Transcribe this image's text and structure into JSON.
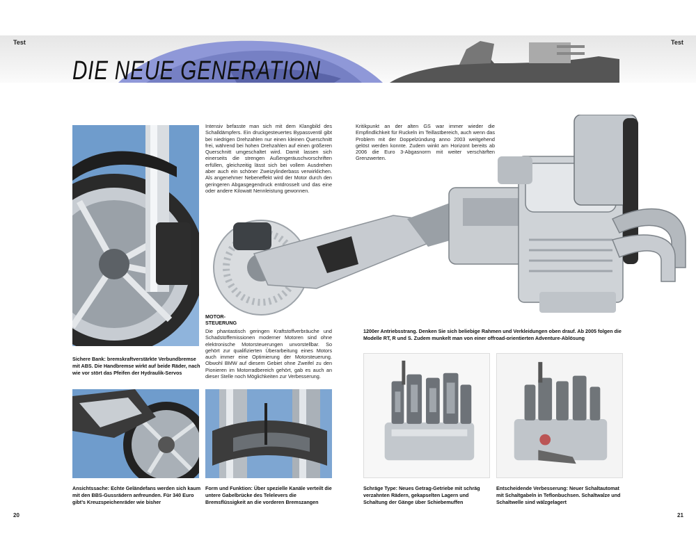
{
  "header": {
    "left_label": "Test",
    "right_label": "Test",
    "title": "DIE NEUE GENERATION"
  },
  "columns": {
    "col1_text": "Intensiv befasste man sich mit dem Klangbild des Schalldämpfers. Ein druckgesteuertes Bypassventil gibt bei niedrigen Drehzahlen nur einen kleinen Querschnitt frei, während bei hohen Drehzahlen auf einen größeren Querschnitt umgeschaltet wird. Damit lassen sich einerseits die strengen Außengeräuschvorschriften erfüllen, gleichzeitig lässt sich bei vollem Ausdrehen aber auch ein schöner Zweizylinderbass verwirklichen. Als angenehmer Nebeneffekt wird der Motor durch den geringeren Abgasgegendruck entdrosselt und das eine oder andere Kilowatt Nennleistung gewonnen.",
    "col2_text": "Kritikpunkt an der alten GS war immer wieder die Empfindlichkeit für Ruckeln im Teillastbereich, auch wenn das Problem mit der Doppelzündung anno 2003 weitgehend gelöst werden konnte. Zudem winkt am Horizont bereits ab 2006 die Euro 3-Abgasnorm mit weiter verschärften Grenzwerten.",
    "subhead_line1": "MOTOR-",
    "subhead_line2": "STEUERUNG",
    "col3_text": "Die phantastisch geringen Kraftstoffverbräuche und Schadstoffemissionen moderner Motoren sind ohne elektronische Motorsteuerungen unvorstellbar. So gehört zur qualifizierten Überarbeitung eines Motors auch immer eine Optimierung der Motorsteuerung. Obwohl BMW auf diesem Gebiet ohne Zweifel zu den Pionieren im Motorradbereich gehört, gab es auch an dieser Stelle noch Möglichkeiten zur Verbesserung."
  },
  "captions": {
    "brake": "Sichere Bank: bremskraftverstärkte Verbundbremse mit ABS. Die Handbremse wirkt auf beide Räder, nach wie vor stört das Pfeifen der Hydraulik-Servos",
    "wheel": "Ansichtssache: Echte Geländefans werden sich kaum mit den BBS-Gussrädern anfreunden. Für 340 Euro gibt’s Kreuzspeichenräder wie bisher",
    "fork": "Form und Funktion: Über spezielle Kanäle verteilt die untere Gabelbrücke des Telelevers die Bremsflüssigkeit an die vorderen Bremszangen",
    "drivetrain": "1200er Antriebsstrang. Denken Sie sich beliebige Rahmen und Verkleidungen oben drauf. Ab 2005 folgen die Modelle RT, R und S. Zudem munkelt man von einer offroad-orientierten Adventure-Ablösung",
    "gearbox": "Schräge Type: Neues Getrag-Getriebe mit schräg verzahnten Rädern, gekapselten Lagern und Schaltung der Gänge über Schiebemuffen",
    "shift": "Entscheidende Verbesserung: Neuer Schaltautomat mit Schaltgabeln in Teflonbuchsen. Schaltwalze und Schaltwelle sind wälzgelagert"
  },
  "page_numbers": {
    "left": "20",
    "right": "21"
  },
  "colors": {
    "sky": "#6f9ccc",
    "chrome": "#b9bec4",
    "dark": "#2a2a2a",
    "bike_blue": "#7a86c8"
  }
}
